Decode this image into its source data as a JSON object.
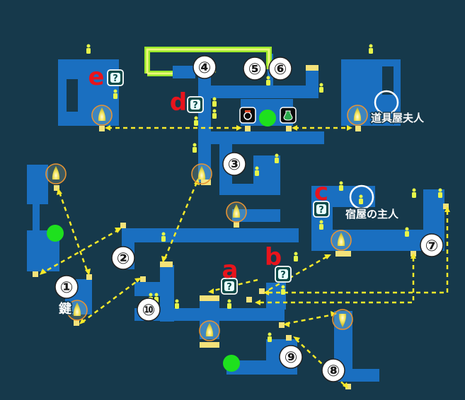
{
  "map": {
    "numbers": [
      "①",
      "②",
      "③",
      "④",
      "⑤",
      "⑥",
      "⑦",
      "⑧",
      "⑨",
      "⑩"
    ],
    "letters": [
      "a",
      "b",
      "c",
      "d",
      "e"
    ],
    "key_label": "鍵",
    "npcs": {
      "item_shop": "道具屋夫人",
      "inn": "宿屋の主人"
    },
    "colors": {
      "background": "#16394b",
      "floor": "#1a6fc0",
      "door": "#f4e27a",
      "arrow": "#f8ea2a",
      "highlight": "#9ae82a",
      "green_marker": "#1ee01e",
      "red_label": "#e8141c"
    },
    "icons": {
      "event": "question-mark-icon",
      "warp": "warp-flame-icon",
      "npc": "npc-icon",
      "shop_armor": "armor-shop-icon",
      "shop_item": "item-shop-icon"
    }
  }
}
